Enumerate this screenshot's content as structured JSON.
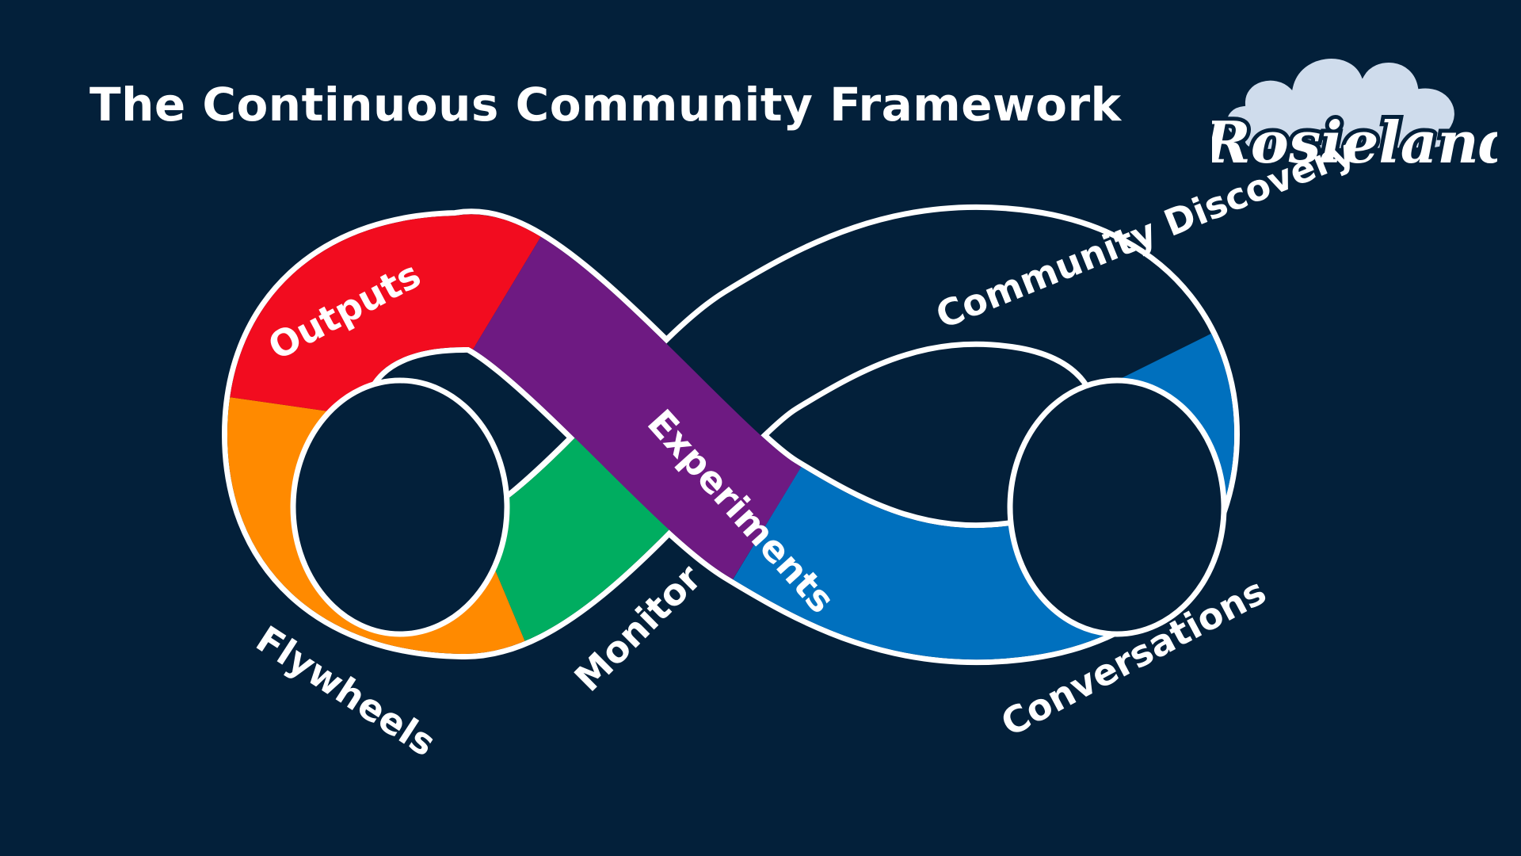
{
  "title": "The Continuous Community Framework",
  "logo": {
    "text": "Rosieland",
    "icon": "cloud-icon"
  },
  "segments": [
    {
      "label": "Outputs",
      "color": "#f20c1f"
    },
    {
      "label": "Flywheels",
      "color": "#ff8a00"
    },
    {
      "label": "Monitor",
      "color": "#00ad60"
    },
    {
      "label": "Experiments",
      "color": "#6e1a82"
    },
    {
      "label": "Community Discovery",
      "color": "#03203a"
    },
    {
      "label": "Conversations",
      "color": "#0070be"
    }
  ],
  "colors": {
    "background": "#03203a",
    "outline": "#ffffff",
    "cloud": "#cfdcec"
  }
}
